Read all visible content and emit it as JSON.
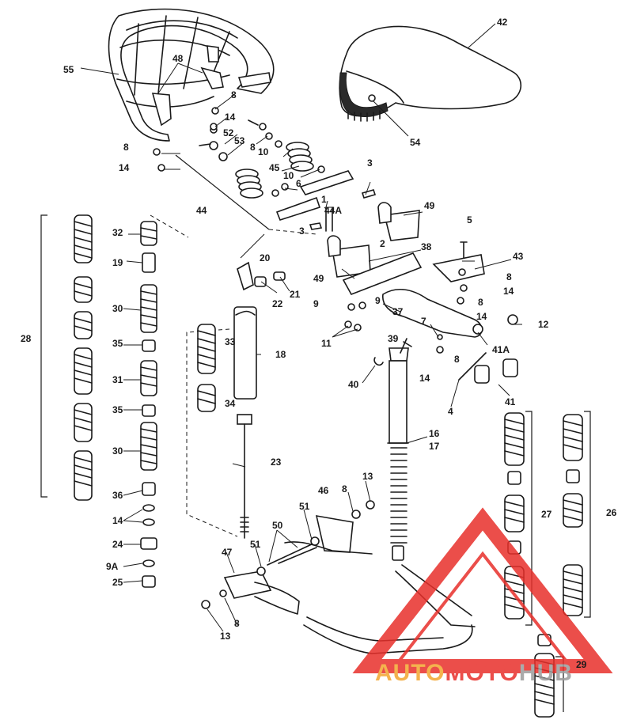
{
  "labels": [
    {
      "id": "55",
      "text": "55"
    },
    {
      "id": "48",
      "text": "48"
    },
    {
      "id": "42",
      "text": "42"
    },
    {
      "id": "54",
      "text": "54"
    },
    {
      "id": "8a",
      "text": "8"
    },
    {
      "id": "14a",
      "text": "14"
    },
    {
      "id": "52",
      "text": "52"
    },
    {
      "id": "53",
      "text": "53"
    },
    {
      "id": "8b",
      "text": "8"
    },
    {
      "id": "10a",
      "text": "10"
    },
    {
      "id": "8c",
      "text": "8"
    },
    {
      "id": "14b",
      "text": "14"
    },
    {
      "id": "45",
      "text": "45"
    },
    {
      "id": "10b",
      "text": "10"
    },
    {
      "id": "6",
      "text": "6"
    },
    {
      "id": "3a",
      "text": "3"
    },
    {
      "id": "1",
      "text": "1"
    },
    {
      "id": "44A",
      "text": "44A"
    },
    {
      "id": "49a",
      "text": "49"
    },
    {
      "id": "44",
      "text": "44"
    },
    {
      "id": "3b",
      "text": "3"
    },
    {
      "id": "2",
      "text": "2"
    },
    {
      "id": "5",
      "text": "5"
    },
    {
      "id": "38",
      "text": "38"
    },
    {
      "id": "49b",
      "text": "49"
    },
    {
      "id": "43",
      "text": "43"
    },
    {
      "id": "32",
      "text": "32"
    },
    {
      "id": "20",
      "text": "20"
    },
    {
      "id": "19",
      "text": "19"
    },
    {
      "id": "22",
      "text": "22"
    },
    {
      "id": "21",
      "text": "21"
    },
    {
      "id": "8d",
      "text": "8"
    },
    {
      "id": "14c",
      "text": "14"
    },
    {
      "id": "8e",
      "text": "8"
    },
    {
      "id": "14d",
      "text": "14"
    },
    {
      "id": "30a",
      "text": "30"
    },
    {
      "id": "9a",
      "text": "9"
    },
    {
      "id": "9b",
      "text": "9"
    },
    {
      "id": "37",
      "text": "37"
    },
    {
      "id": "7",
      "text": "7"
    },
    {
      "id": "12",
      "text": "12"
    },
    {
      "id": "28",
      "text": "28"
    },
    {
      "id": "11",
      "text": "11"
    },
    {
      "id": "33",
      "text": "33"
    },
    {
      "id": "18",
      "text": "18"
    },
    {
      "id": "39",
      "text": "39"
    },
    {
      "id": "41A",
      "text": "41A"
    },
    {
      "id": "35a",
      "text": "35"
    },
    {
      "id": "8f",
      "text": "8"
    },
    {
      "id": "40",
      "text": "40"
    },
    {
      "id": "14e",
      "text": "14"
    },
    {
      "id": "31",
      "text": "31"
    },
    {
      "id": "4",
      "text": "4"
    },
    {
      "id": "41",
      "text": "41"
    },
    {
      "id": "34",
      "text": "34"
    },
    {
      "id": "35b",
      "text": "35"
    },
    {
      "id": "16",
      "text": "16"
    },
    {
      "id": "17",
      "text": "17"
    },
    {
      "id": "30b",
      "text": "30"
    },
    {
      "id": "23",
      "text": "23"
    },
    {
      "id": "27",
      "text": "27"
    },
    {
      "id": "26",
      "text": "26"
    },
    {
      "id": "13a",
      "text": "13"
    },
    {
      "id": "36",
      "text": "36"
    },
    {
      "id": "46",
      "text": "46"
    },
    {
      "id": "8g",
      "text": "8"
    },
    {
      "id": "14f",
      "text": "14"
    },
    {
      "id": "51a",
      "text": "51"
    },
    {
      "id": "50",
      "text": "50"
    },
    {
      "id": "24",
      "text": "24"
    },
    {
      "id": "51b",
      "text": "51"
    },
    {
      "id": "47",
      "text": "47"
    },
    {
      "id": "9A",
      "text": "9A"
    },
    {
      "id": "25",
      "text": "25"
    },
    {
      "id": "13b",
      "text": "13"
    },
    {
      "id": "8h",
      "text": "8"
    },
    {
      "id": "29",
      "text": "29"
    }
  ],
  "watermark": {
    "part1": "AUTO",
    "part2": "MOTO",
    "part3": "HUB",
    "colors": {
      "orange": "#f3a52f",
      "red": "#e8302b",
      "gray": "#9c9c9c"
    }
  }
}
